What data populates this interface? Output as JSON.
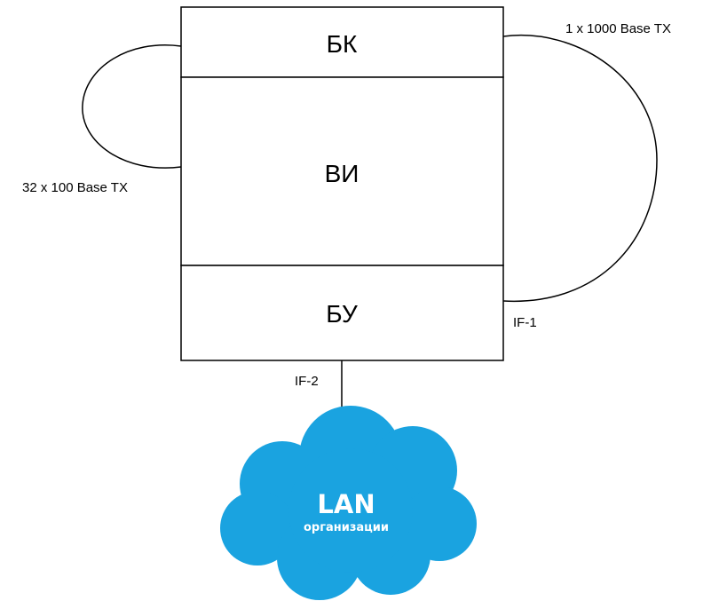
{
  "blocks": {
    "top": "БК",
    "middle": "ВИ",
    "bottom": "БУ"
  },
  "links": {
    "left_loop": "32 x 100 Base TX",
    "right_loop_top": "1 x 1000 Base TX",
    "right_loop_bottom": "IF-1",
    "down": "IF-2"
  },
  "cloud": {
    "title": "LAN",
    "subtitle": "организации"
  },
  "colors": {
    "cloud_fill": "#1aa3e0",
    "line": "#000000",
    "background": "#ffffff"
  }
}
